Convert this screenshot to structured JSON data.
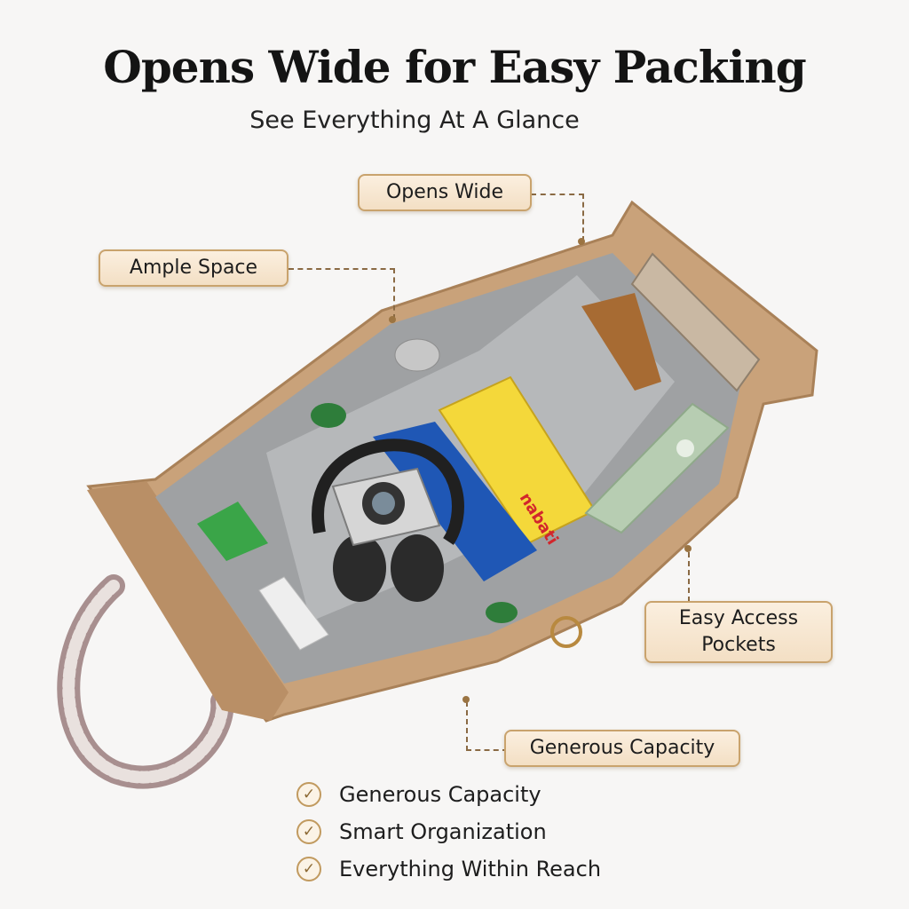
{
  "header": {
    "title": "Opens Wide for Easy Packing",
    "subtitle": "See Everything At A Glance"
  },
  "callouts": {
    "opens_wide": "Opens Wide",
    "ample_space": "Ample Space",
    "easy_access": "Easy Access Pockets",
    "generous_capacity": "Generous Capacity"
  },
  "features": [
    {
      "label": "Generous Capacity",
      "icon": "check-icon"
    },
    {
      "label": "Smart Organization",
      "icon": "check-icon"
    },
    {
      "label": "Everything Within Reach",
      "icon": "check-icon"
    }
  ],
  "product_print": {
    "snack_box_text": "nabati"
  },
  "colors": {
    "bag_shell": "#c9a27a",
    "bag_lining": "#9fa1a3",
    "callout_fill": "#f6e6cf",
    "callout_border": "#c9a36d",
    "check": "#8d6a35"
  }
}
